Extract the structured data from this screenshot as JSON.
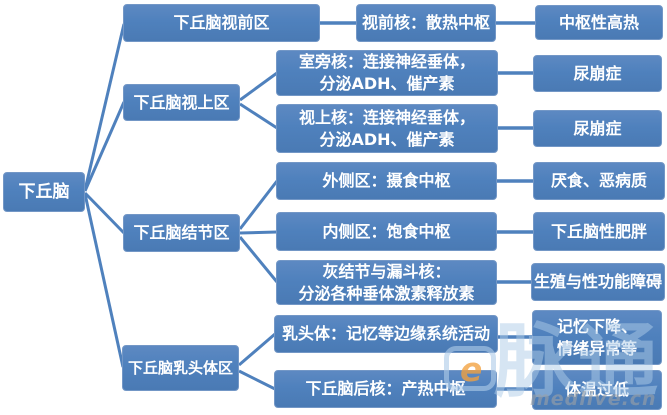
{
  "nodes": {
    "root": {
      "text": "下丘脑"
    },
    "level2": [
      {
        "text": "下丘脑视前区"
      },
      {
        "text": "下丘脑视上区"
      },
      {
        "text": "下丘脑结节区"
      },
      {
        "text": "下丘脑乳头体区"
      }
    ],
    "level3": [
      {
        "text": "视前核：散热中枢"
      },
      {
        "line1": "室旁核：连接神经垂体，",
        "line2": "分泌ADH、催产素"
      },
      {
        "line1": "视上核：连接神经垂体，",
        "line2": "分泌ADH、催产素"
      },
      {
        "text": "外侧区：摄食中枢"
      },
      {
        "text": "内侧区：饱食中枢"
      },
      {
        "line1": "灰结节与漏斗核：",
        "line2": "分泌各种垂体激素释放素"
      },
      {
        "text": "乳头体：记忆等边缘系统活动"
      },
      {
        "text": "下丘脑后核：产热中枢"
      }
    ],
    "level4": [
      {
        "text": "中枢性高热"
      },
      {
        "text": "尿崩症"
      },
      {
        "text": "尿崩症"
      },
      {
        "text": "厌食、恶病质"
      },
      {
        "text": "下丘脑性肥胖"
      },
      {
        "text": "生殖与性功能障碍"
      },
      {
        "line1": "记忆下降、",
        "line2": "情绪异常等"
      },
      {
        "text": "体温过低"
      }
    ]
  },
  "watermark": {
    "logo_letter": "e",
    "logo_chars": "脉通",
    "site_url": "medlive.cn"
  },
  "colors": {
    "box_fill": "#4f81bd",
    "box_border": "#7397c6",
    "connector": "#4f81bd",
    "box_text": "#ffffff",
    "background": "#ffffff",
    "watermark_blue": "#aecbe8",
    "watermark_orange": "#f2a03d",
    "watermark_gray": "#9aa0a6"
  }
}
